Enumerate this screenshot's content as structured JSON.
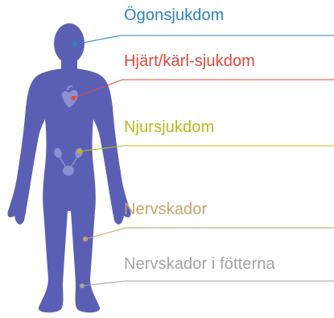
{
  "labels": {
    "eye": "Ögonsjukdom",
    "heart": "Hjärt/kärl-sjukdom",
    "kidney": "Njursjukdom",
    "nerve": "Nervskador",
    "feet": "Nervskador i fötterna"
  },
  "colors": {
    "body": "#5b5fb4",
    "organ": "#8d90d2",
    "eye": "#2b82c0",
    "heart": "#e3473b",
    "kidney": "#b7ba1b",
    "nerve": "#c4a46c",
    "feet": "#a3a3a3"
  }
}
